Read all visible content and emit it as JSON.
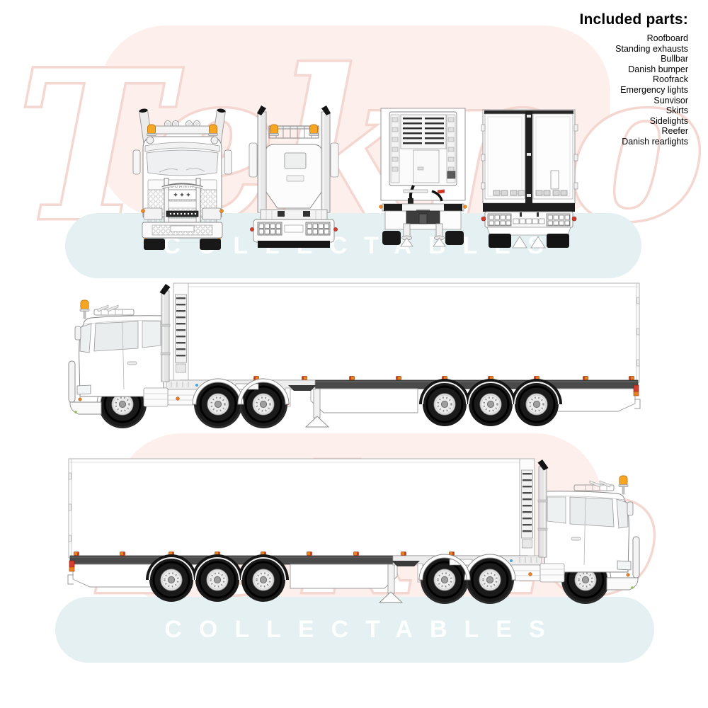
{
  "page": {
    "background": "#ffffff"
  },
  "included_parts": {
    "title": "Included parts:",
    "items": [
      "Roofboard",
      "Standing exhausts",
      "Bullbar",
      "Danish bumper",
      "Roofrack",
      "Emergency lights",
      "Sunvisor",
      "Skirts",
      "Sidelights",
      "Reefer",
      "Danish rearlights"
    ]
  },
  "watermark": {
    "script_text": "Tekno",
    "band_text": "COLLECTABLES",
    "blob_color": "#fcefec",
    "band_color": "#e4f0f1",
    "script_outline_color": "#f5d7d1"
  },
  "tractor": {
    "grille_badge": "SCANIA"
  },
  "colors": {
    "beacon_orange": "#f5a623",
    "side_marker_orange": "#e8821e",
    "rear_marker_red": "#d63c2e",
    "tire_black": "#1a1a1a",
    "chassis_rail_gray": "#4a4a4a",
    "line_gray": "#8a8a8a"
  }
}
